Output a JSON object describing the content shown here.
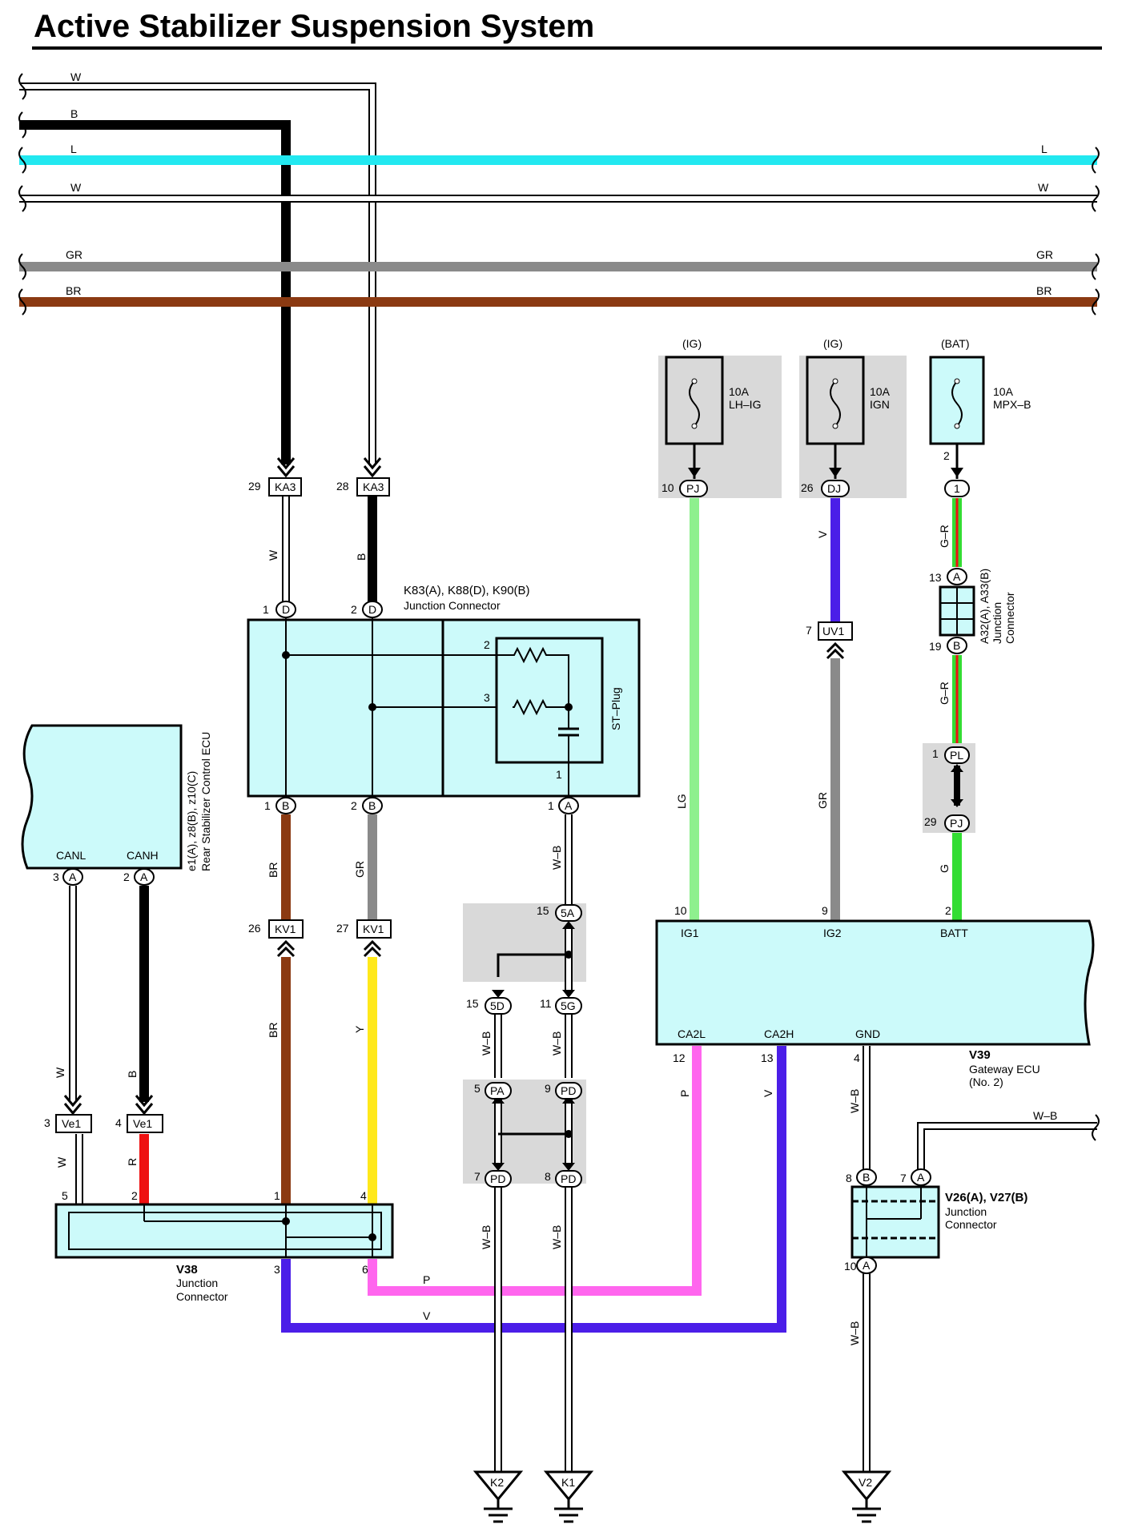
{
  "title": "Active Stabilizer Suspension System",
  "colors": {
    "W": "#ffffff",
    "B": "#000000",
    "L": "#22e8f0",
    "GR": "#8a8a8a",
    "BR": "#8b3a12",
    "LG": "#8ef08e",
    "V": "#4b1ee8",
    "G-R": "#33dd33",
    "Y": "#ffe81a",
    "R": "#ee1111",
    "P": "#ff66ee",
    "G": "#33dd33",
    "comp_fill": "#ccfafa",
    "shade": "#d9d9d9"
  },
  "bus_wires": [
    {
      "left": "W",
      "right": ""
    },
    {
      "left": "B",
      "right": ""
    },
    {
      "left": "L",
      "right": "L"
    },
    {
      "left": "W",
      "right": "W"
    },
    {
      "left": "GR",
      "right": "GR"
    },
    {
      "left": "BR",
      "right": "BR"
    }
  ],
  "fuses": [
    {
      "source": "(IG)",
      "rating": "10A",
      "name": "LH–IG",
      "pin": "10",
      "connector": "PJ"
    },
    {
      "source": "(IG)",
      "rating": "10A",
      "name": "IGN",
      "pin": "26",
      "connector": "DJ"
    },
    {
      "source": "(BAT)",
      "rating": "10A",
      "name": "MPX–B",
      "pin_top": "2",
      "pin": "1"
    }
  ],
  "connectors": {
    "ka3_29": {
      "pin": "29",
      "code": "KA3"
    },
    "ka3_28": {
      "pin": "28",
      "code": "KA3"
    },
    "kv1_26": {
      "pin": "26",
      "code": "KV1"
    },
    "kv1_27": {
      "pin": "27",
      "code": "KV1"
    },
    "uv1_7": {
      "pin": "7",
      "code": "UV1"
    },
    "ve1_3": {
      "pin": "3",
      "code": "Ve1"
    },
    "ve1_4": {
      "pin": "4",
      "code": "Ve1"
    },
    "j5a": {
      "pin": "15",
      "code": "5A"
    },
    "j5d": {
      "pin": "15",
      "code": "5D"
    },
    "j5g": {
      "pin": "11",
      "code": "5G"
    },
    "jpa": {
      "pin": "5",
      "code": "PA"
    },
    "jpd9": {
      "pin": "9",
      "code": "PD"
    },
    "jpd7": {
      "pin": "7",
      "code": "PD"
    },
    "jpd8": {
      "pin": "8",
      "code": "PD"
    },
    "jpl": {
      "pin": "1",
      "code": "PL"
    },
    "jpj": {
      "pin": "29",
      "code": "PJ"
    }
  },
  "junction_k": {
    "label": "K83(A), K88(D), K90(B)",
    "sub": "Junction Connector",
    "top_pins": [
      {
        "pin": "1",
        "letter": "D"
      },
      {
        "pin": "2",
        "letter": "D"
      }
    ],
    "bottom_pins": [
      {
        "pin": "1",
        "letter": "B"
      },
      {
        "pin": "2",
        "letter": "B"
      },
      {
        "pin": "1",
        "letter": "A"
      }
    ],
    "st_plug": "ST–Plug",
    "internal_pins": [
      "2",
      "3",
      "1"
    ]
  },
  "rear_ecu": {
    "label": "e1(A), z8(B), z10(C)",
    "sub": "Rear Stabilizer Control ECU",
    "pins": [
      {
        "name": "CANL",
        "pin": "3",
        "letter": "A"
      },
      {
        "name": "CANH",
        "pin": "2",
        "letter": "A"
      }
    ]
  },
  "v38": {
    "label": "V38",
    "sub1": "Junction",
    "sub2": "Connector",
    "top_pins": [
      "5",
      "2",
      "1",
      "4"
    ],
    "bottom_pins": [
      "3",
      "6"
    ]
  },
  "gateway": {
    "label": "V39",
    "sub1": "Gateway ECU",
    "sub2": "(No. 2)",
    "top_pins": [
      {
        "pin": "10",
        "name": "IG1"
      },
      {
        "pin": "9",
        "name": "IG2"
      },
      {
        "pin": "2",
        "name": "BATT"
      }
    ],
    "bottom_pins": [
      {
        "pin": "12",
        "name": "CA2L"
      },
      {
        "pin": "13",
        "name": "CA2H"
      },
      {
        "pin": "4",
        "name": "GND"
      }
    ]
  },
  "a32": {
    "label": "A32(A), A33(B)",
    "sub1": "Junction",
    "sub2": "Connector",
    "top": {
      "pin": "13",
      "letter": "A"
    },
    "bottom": {
      "pin": "19",
      "letter": "B"
    }
  },
  "v26": {
    "label": "V26(A), V27(B)",
    "sub1": "Junction",
    "sub2": "Connector",
    "pins": [
      {
        "pin": "8",
        "letter": "B"
      },
      {
        "pin": "7",
        "letter": "A"
      },
      {
        "pin": "10",
        "letter": "A"
      }
    ]
  },
  "wire_labels": {
    "w_ka3": "W",
    "b_ka3": "B",
    "br_kv1_top": "BR",
    "gr_kv1": "GR",
    "br_kv1_bot": "BR",
    "y_kv1": "Y",
    "wb_1": "W–B",
    "wb_5d": "W–B",
    "wb_5g": "W–B",
    "wb_pd7": "W–B",
    "wb_pd8": "W–B",
    "w_ve1_top": "W",
    "b_ve1_top": "B",
    "w_ve1_bot": "W",
    "r_ve1": "R",
    "lg": "LG",
    "v_dj": "V",
    "gr_uv1": "GR",
    "gr_a32_top": "G–R",
    "gr_a32_bot": "G–R",
    "g": "G",
    "p_ca2l": "P",
    "v_ca2h": "V",
    "wb_gnd": "W–B",
    "wb_v26_top": "W–B",
    "wb_v26_bot": "W–B",
    "p_bottom": "P",
    "v_bottom": "V"
  },
  "grounds": [
    "K2",
    "K1",
    "V2"
  ]
}
